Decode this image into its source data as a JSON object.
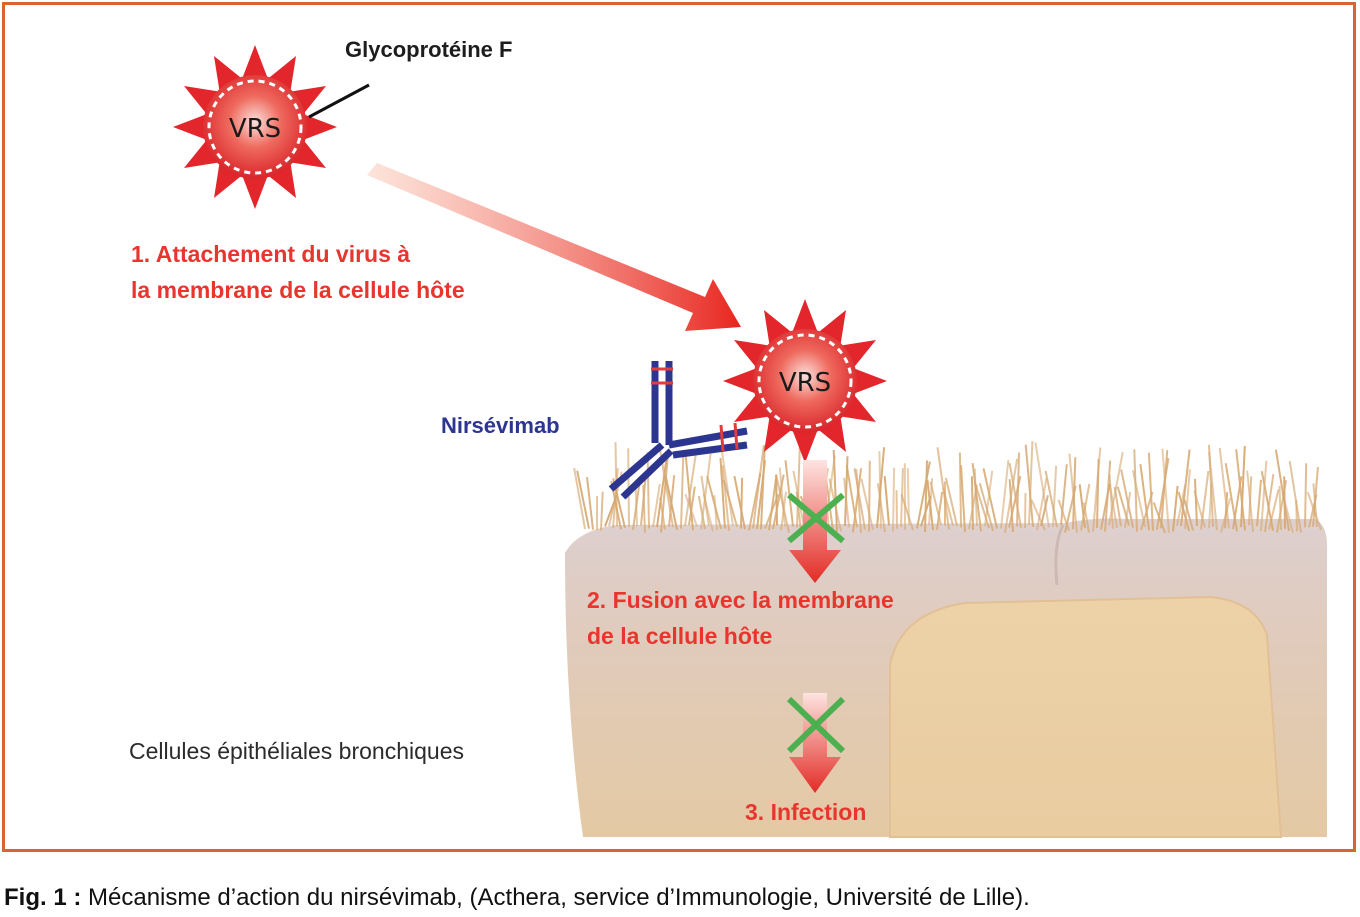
{
  "labels": {
    "glycoprotein": "Glycoprotéine F",
    "virus_top": "VRS",
    "virus_bottom": "VRS",
    "step1_line1": "1. Attachement du virus à",
    "step1_line2": "la membrane de la cellule hôte",
    "antibody": "Nirsévimab",
    "step2_line1": "2. Fusion avec la membrane",
    "step2_line2": "de la cellule hôte",
    "cells": "Cellules épithéliales bronchiques",
    "step3": "3. Infection"
  },
  "caption": {
    "figure_number": "Fig. 1 :",
    "text": "Mécanisme d’action du nirsévimab, (Acthera, service d’Immunologie, Université de Lille)."
  },
  "colors": {
    "frame": "#d9642e",
    "virus_red": "#e3262b",
    "label_red": "#e8352e",
    "antibody_blue": "#2c3590",
    "cell_tan": "#e2c8a4",
    "cell_lavender": "#dccbc9",
    "cilia": "#d6a870",
    "block_cross": "#4caf50"
  }
}
